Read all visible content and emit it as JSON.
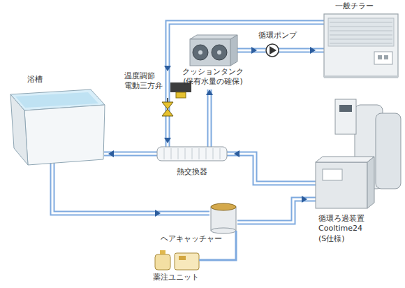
{
  "diagram": {
    "nodes": [
      {
        "text": [
          "一般チラー"
        ]
      },
      {
        "text": [
          "クッションタンク (保有水量の確保)"
        ]
      },
      {
        "text": [
          "循環ポンプ"
        ]
      },
      {
        "text": [
          "温度調節 電動三方弁"
        ]
      },
      {
        "text": [
          "浴槽"
        ]
      },
      {
        "text": [
          "熱交換器"
        ]
      },
      {
        "text": [
          "循環ろ過装置 Cooltime24 (S仕様)"
        ]
      },
      {
        "text": [
          "ヘアキャッチャー"
        ]
      },
      {
        "text": [
          "薬注ユニット"
        ]
      }
    ],
    "edges": [
      {
        "from": 0,
        "to": 3,
        "arrow": "to"
      },
      {
        "from": 3,
        "to": 5,
        "arrow": "to"
      },
      {
        "from": 5,
        "to": 1,
        "arrow": "to"
      },
      {
        "from": 1,
        "to": 2,
        "arrow": "to"
      },
      {
        "from": 2,
        "to": 0,
        "arrow": "to"
      },
      {
        "from": 5,
        "to": 4,
        "arrow": "to"
      },
      {
        "from": 4,
        "to": 7,
        "arrow": "to"
      },
      {
        "from": 7,
        "to": 6,
        "arrow": "to"
      },
      {
        "from": 6,
        "to": 5,
        "arrow": "to"
      },
      {
        "from": 8,
        "to": 7,
        "arrow": "none"
      }
    ]
  }
}
